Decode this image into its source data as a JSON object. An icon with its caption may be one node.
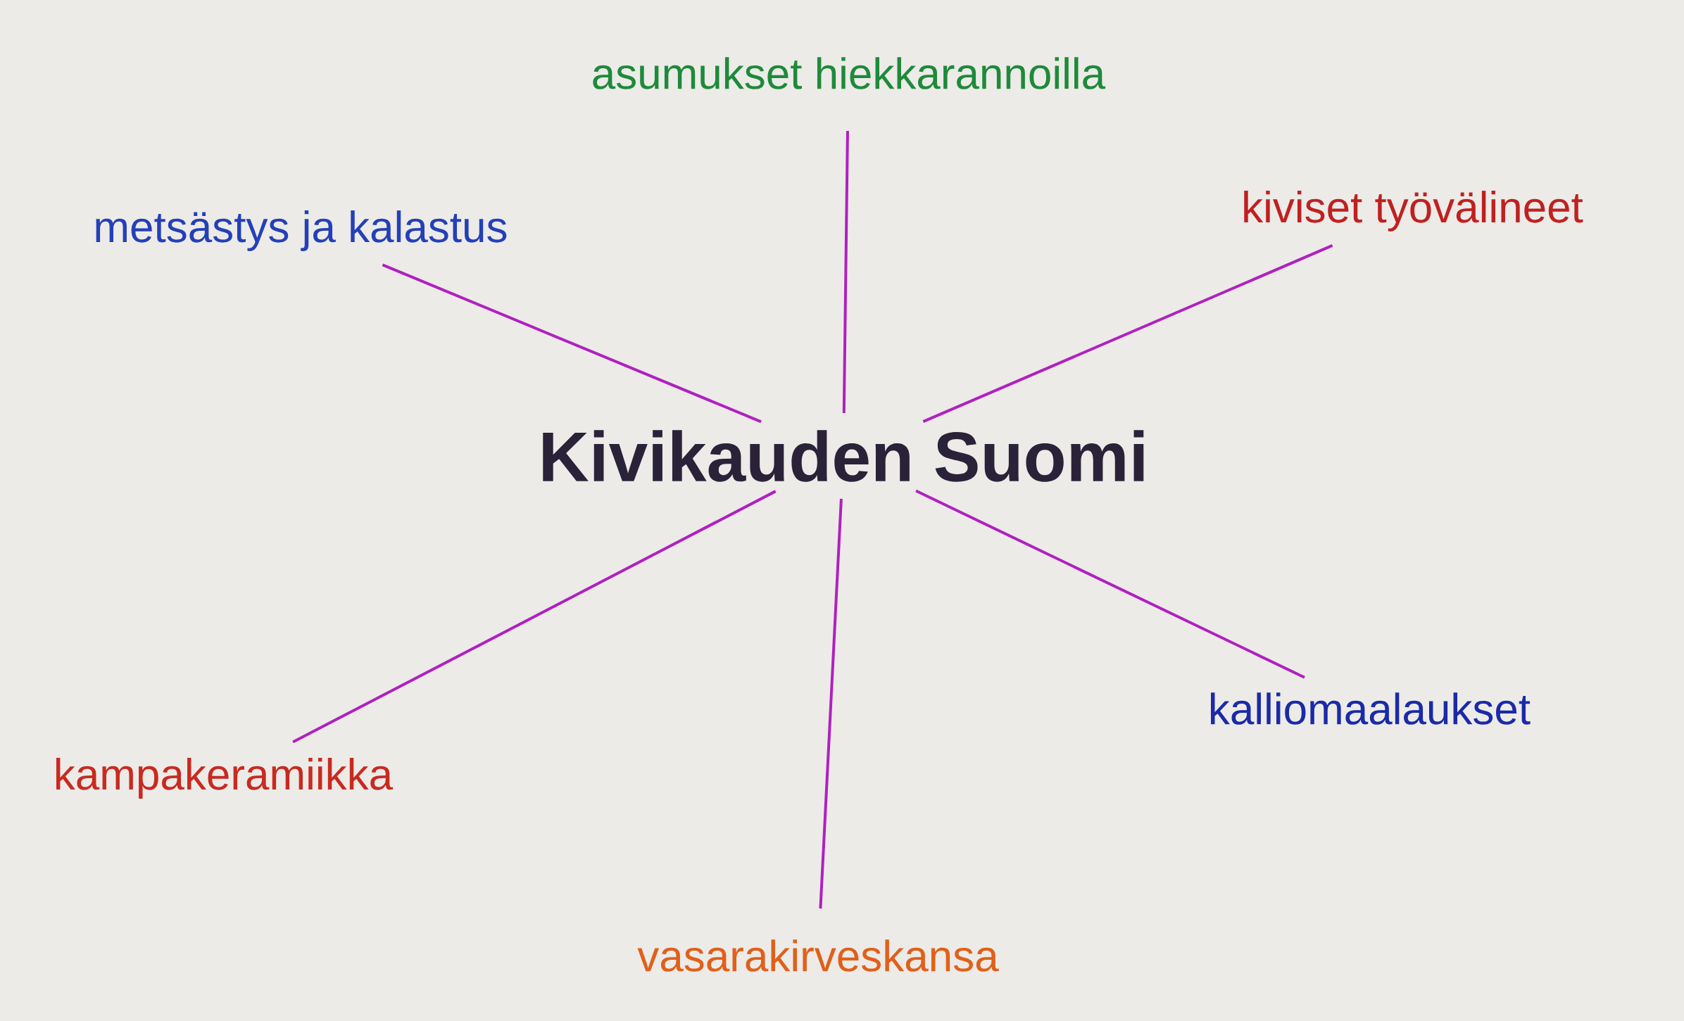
{
  "diagram": {
    "nodes": [
      {
        "text": [
          "Kivikauden Suomi"
        ]
      },
      {
        "text": [
          "asumukset hiekkarannoilla"
        ]
      },
      {
        "text": [
          "metsästys ja kalastus"
        ]
      },
      {
        "text": [
          "kiviset työvälineet"
        ]
      },
      {
        "text": [
          "kalliomaalaukset"
        ]
      },
      {
        "text": [
          "kampakeramiikka"
        ]
      },
      {
        "text": [
          "vasarakirveskansa"
        ]
      }
    ],
    "edges": [
      {
        "from": 0,
        "to": 1,
        "arrow": "none"
      },
      {
        "from": 0,
        "to": 2,
        "arrow": "none"
      },
      {
        "from": 0,
        "to": 3,
        "arrow": "none"
      },
      {
        "from": 0,
        "to": 4,
        "arrow": "none"
      },
      {
        "from": 0,
        "to": 5,
        "arrow": "none"
      },
      {
        "from": 0,
        "to": 6,
        "arrow": "none"
      }
    ]
  }
}
